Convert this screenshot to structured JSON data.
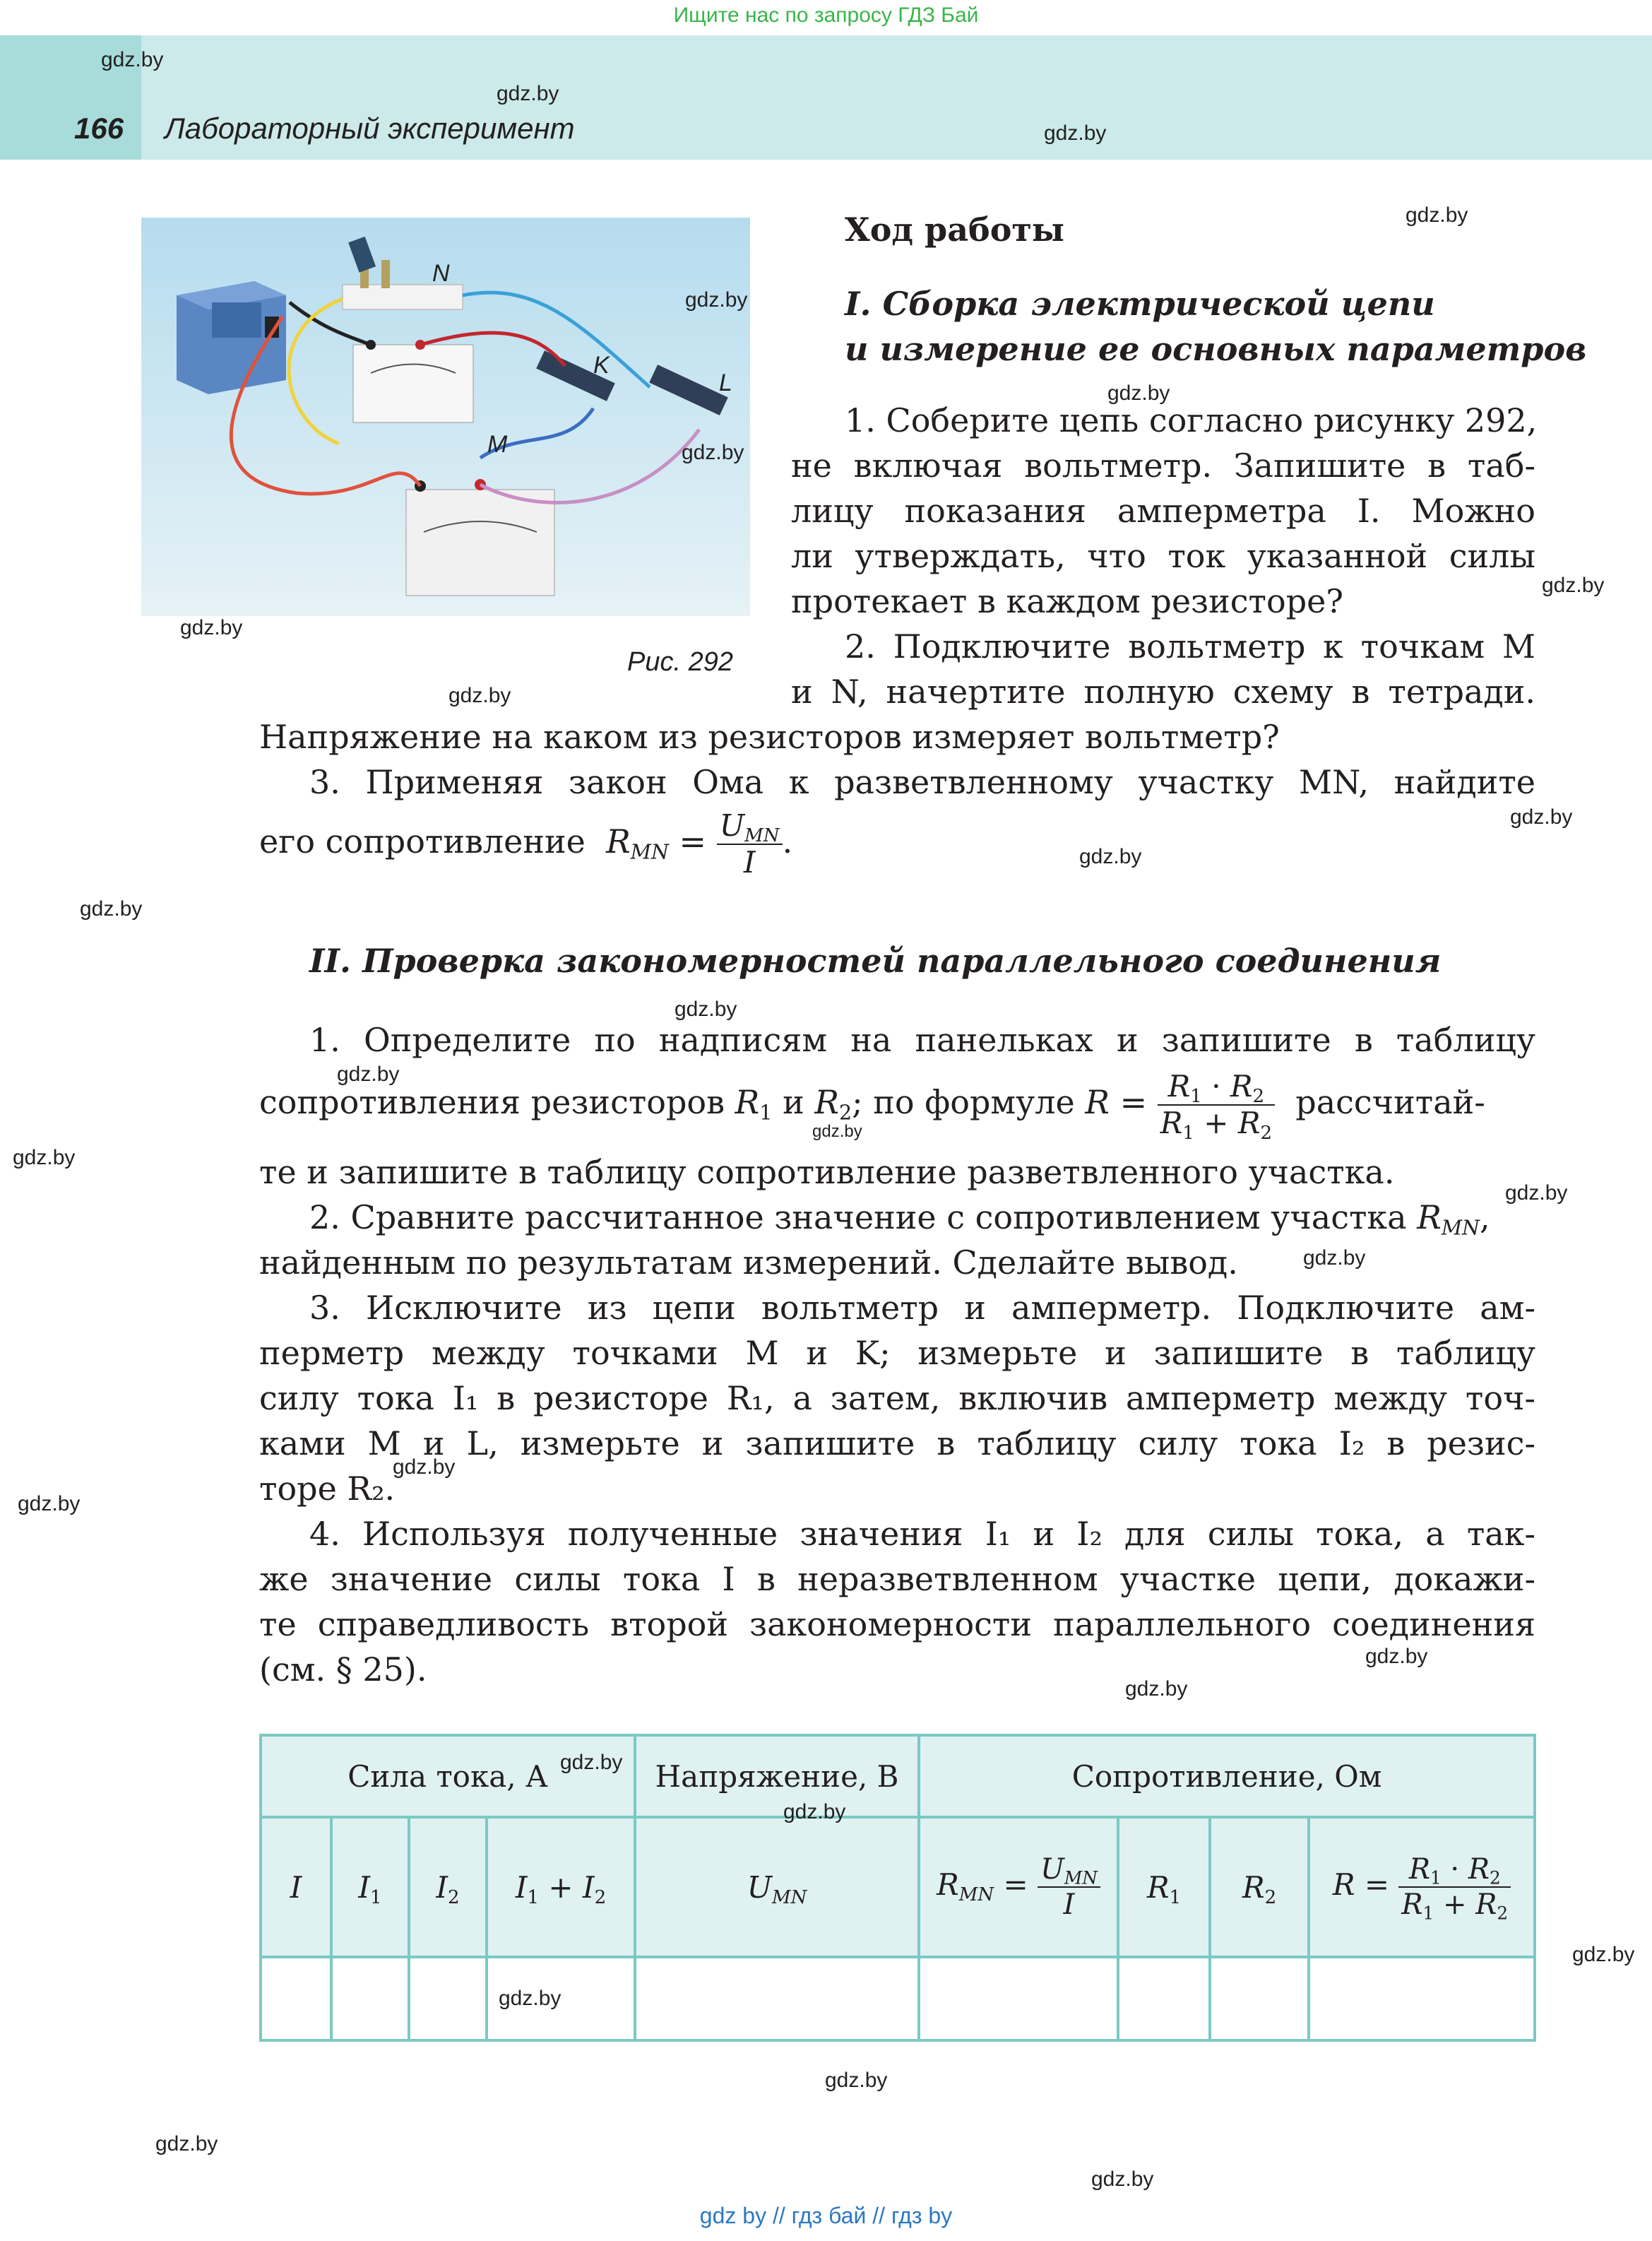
{
  "banner": "Ищите нас по запросу ГДЗ Бай",
  "header": {
    "page_number": "166",
    "title": "Лабораторный эксперимент"
  },
  "figure": {
    "caption": "Рис. 292",
    "labels": {
      "n": "N",
      "k": "K",
      "l": "L",
      "m": "M"
    }
  },
  "body": {
    "section_heading": "Ход работы",
    "part1": {
      "numeral": "I.",
      "title_line1": "Сборка электрической цепи",
      "title_line2": "и измерение ее основных параметров",
      "step1_lines": [
        "1. Соберите цепь согласно рисунку 292,",
        "не включая вольтметр. Запишите в таб-",
        "лицу показания амперметра I. Можно",
        "ли утверждать, что ток указанной силы",
        "протекает в каждом резисторе?"
      ],
      "step2_lines": [
        "2. Подключите вольтметр к точкам M",
        "и N, начертите полную схему в тетради.",
        "Напряжение на каком из резисторов измеряет вольтметр?"
      ],
      "step3_line1": "3. Применяя закон Ома к разветвленному участку MN, найдите",
      "step3_prefix": "его сопротивление",
      "step3_formula": {
        "lhs": "R",
        "lhs_sub": "MN",
        "num": "U",
        "num_sub": "MN",
        "den": "I"
      }
    },
    "part2": {
      "numeral": "II.",
      "title": "Проверка закономерностей параллельного соединения",
      "step1_line1": "1. Определите по надписям на панельках и запишите в таблицу",
      "step1_line2_pre": "сопротивления резисторов",
      "step1_line2_mid": "; по формуле",
      "step1_line2_post": "рассчитай-",
      "step1_line3": "те и запишите в таблицу сопротивление разветвленного участка.",
      "step2_lines": [
        "2. Сравните рассчитанное значение с сопротивлением участка",
        "найденным по результатам измерений. Сделайте вывод."
      ],
      "step3_lines": [
        "3. Исключите из цепи вольтметр и амперметр. Подключите ам-",
        "перметр между точками M и K; измерьте и запишите в таблицу",
        "силу тока I₁ в резисторе R₁, а затем, включив амперметр между точ-",
        "ками M и L, измерьте и запишите в таблицу силу тока I₂ в резис-",
        "торе R₂."
      ],
      "step4_lines": [
        "4. Используя полученные значения I₁ и I₂ для силы тока, а так-",
        "же значение силы тока I в неразветвленном участке цепи, докажи-",
        "те справедливость второй закономерности параллельного соединения",
        "(см. § 25)."
      ]
    }
  },
  "table": {
    "group_headers": [
      "Сила тока, А",
      "Напряжение, В",
      "Сопротивление, Ом"
    ],
    "columns": [
      "I",
      "I₁",
      "I₂",
      "I₁ + I₂",
      "U_MN",
      "R_MN = U_MN / I",
      "R₁",
      "R₂",
      "R = R₁·R₂ / (R₁ + R₂)"
    ]
  },
  "footer": "gdz by  //  гдз бай  //  гдз by",
  "watermark": "gdz.by",
  "colors": {
    "header_band": "#cdeaea",
    "page_tab": "#a7dcda",
    "table_border": "#7bc9c4",
    "table_head": "#dff1f1",
    "banner_text": "#39b54a"
  }
}
